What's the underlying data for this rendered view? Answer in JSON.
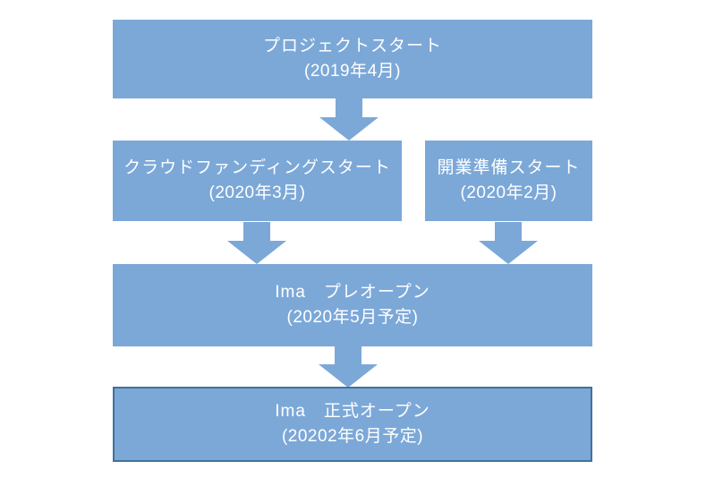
{
  "page": {
    "background": "#FFFFFF"
  },
  "diagram": {
    "type": "flowchart",
    "direction": "top-down",
    "colors": {
      "box_fill": "#7CA8D8",
      "arrow_fill": "#7CA8D8",
      "final_box_border": "#41719C",
      "text": "#FFFFFF"
    },
    "icons": {
      "arrow": "down-block-arrow"
    },
    "nodes": [
      {
        "id": "project-start",
        "label_line1": "プロジェクトスタート",
        "label_line2": "(2019年4月)"
      },
      {
        "id": "crowdfunding-start",
        "label_line1": "クラウドファンディングスタート",
        "label_line2": "(2020年3月)"
      },
      {
        "id": "opening-prep-start",
        "label_line1": "開業準備スタート",
        "label_line2": "(2020年2月)"
      },
      {
        "id": "pre-open",
        "label_line1": "Ima　プレオープン",
        "label_line2": "(2020年5月予定)"
      },
      {
        "id": "grand-open",
        "label_line1": "Ima　正式オープン",
        "label_line2": "(20202年6月予定)"
      }
    ],
    "edges": [
      {
        "from": "project-start",
        "to": "crowdfunding-start"
      },
      {
        "from": "crowdfunding-start",
        "to": "pre-open"
      },
      {
        "from": "opening-prep-start",
        "to": "pre-open"
      },
      {
        "from": "pre-open",
        "to": "grand-open"
      }
    ]
  }
}
